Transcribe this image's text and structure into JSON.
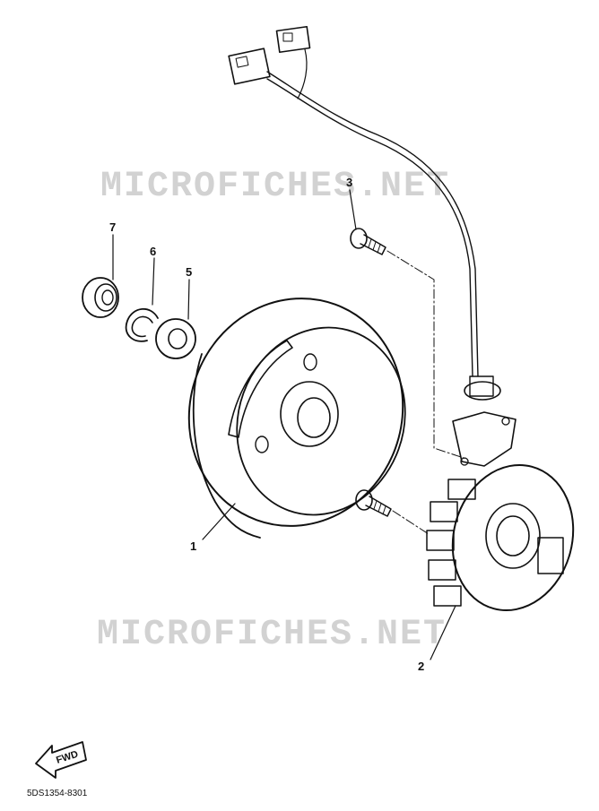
{
  "watermark": {
    "top": "MICROFICHES.NET",
    "bottom": "MICROFICHES.NET"
  },
  "callouts": {
    "c1": "1",
    "c2": "2",
    "c3": "3",
    "c5": "5",
    "c6": "6",
    "c7": "7"
  },
  "fwd_label": "FWD",
  "diagram_code": "5DS1354-8301",
  "icons": {
    "forward": "forward-arrow-icon"
  }
}
